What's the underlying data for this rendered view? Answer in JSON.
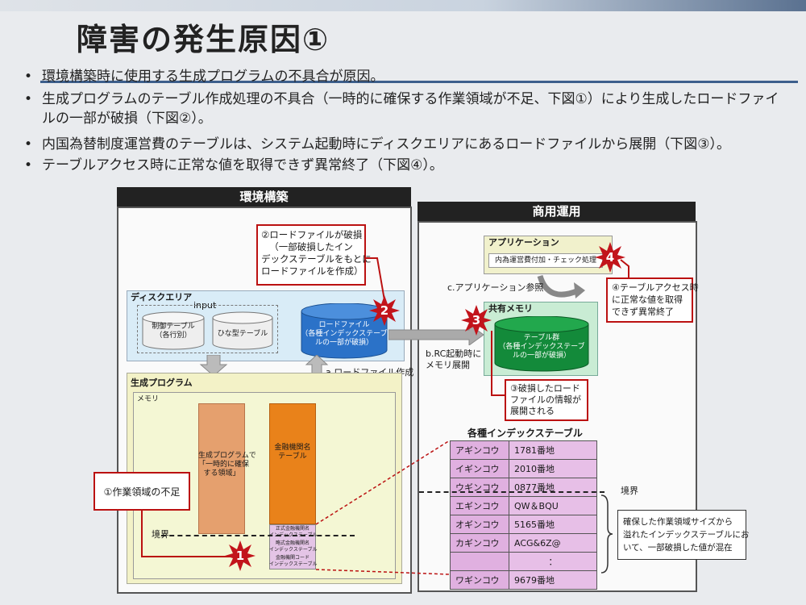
{
  "title": "障害の発生原因①",
  "bullets": [
    "環境構築時に使用する生成プログラムの不具合が原因。",
    "生成プログラムのテーブル作成処理の不具合（一時的に確保する作業領域が不足、下図①）により生成したロードファイ",
    "ルの一部が破損（下図②）。",
    "内国為替制度運営費のテーブルは、システム起動時にディスクエリアにあるロードファイルから展開（下図③）。",
    "テーブルアクセス時に正常な値を取得できず異常終了（下図④）。"
  ],
  "left_panel": {
    "header": "環境構築",
    "disk_area": "ディスクエリア",
    "input": "input",
    "cyl1": "制御テーブル\n（各行別）",
    "cyl2": "ひな型テーブル",
    "load_file": "ロードファイル\n（各種インデックステーブ\nルの一部が破損）",
    "callout2": "②ロードファイルが破損\n（一部破損したイン\nデックステーブルをもとに\nロードファイルを作成）",
    "arrow_a": "a.ロードファイル作成",
    "gen_prog": "生成プログラム",
    "memory": "メモリ",
    "orange1": "生成プログラムで\n「一時的に確保\nする領域」",
    "orange2": "金融機関名\nテーブル",
    "callout1": "①作業領域の不足",
    "boundary": "境界",
    "small_tables": [
      "正式金融機関名\nインデックステーブル",
      "略式金融機関名\nインデックステーブル",
      "金融機関コード\nインデックステーブル"
    ]
  },
  "right_panel": {
    "header": "商用運用",
    "app": "アプリケーション",
    "app_proc": "内為運営費付加・チェック処理",
    "arrow_c": "c.アプリケーション参照",
    "shared_mem": "共有メモリ",
    "table_group": "テーブル群\n（各種インデックステーブ\nルの一部が破損）",
    "arrow_b": "b.RC起動時に\nメモリ展開",
    "callout3": "③破損したロード\nファイルの情報が\n展開される",
    "callout4": "④テーブルアクセス時\nに正常な値を取得\nできず異常終了",
    "index_title": "各種インデックステーブル",
    "boundary": "境界",
    "rows": [
      {
        "k": "アギンコウ",
        "v": "1781番地"
      },
      {
        "k": "イギンコウ",
        "v": "2010番地"
      },
      {
        "k": "ウギンコウ",
        "v": "0877番地"
      },
      {
        "k": "エギンコウ",
        "v": "QW＆BQU"
      },
      {
        "k": "オギンコウ",
        "v": "5165番地"
      },
      {
        "k": "カギンコウ",
        "v": "ACG&6Z@"
      },
      {
        "k": "",
        "v": "："
      },
      {
        "k": "ワギンコウ",
        "v": "9679番地"
      }
    ],
    "note": "確保した作業領域サイズから\n溢れたインデックステーブルにお\nいて、一部破損した値が混在"
  },
  "markers": [
    "1",
    "2",
    "3",
    "4"
  ]
}
